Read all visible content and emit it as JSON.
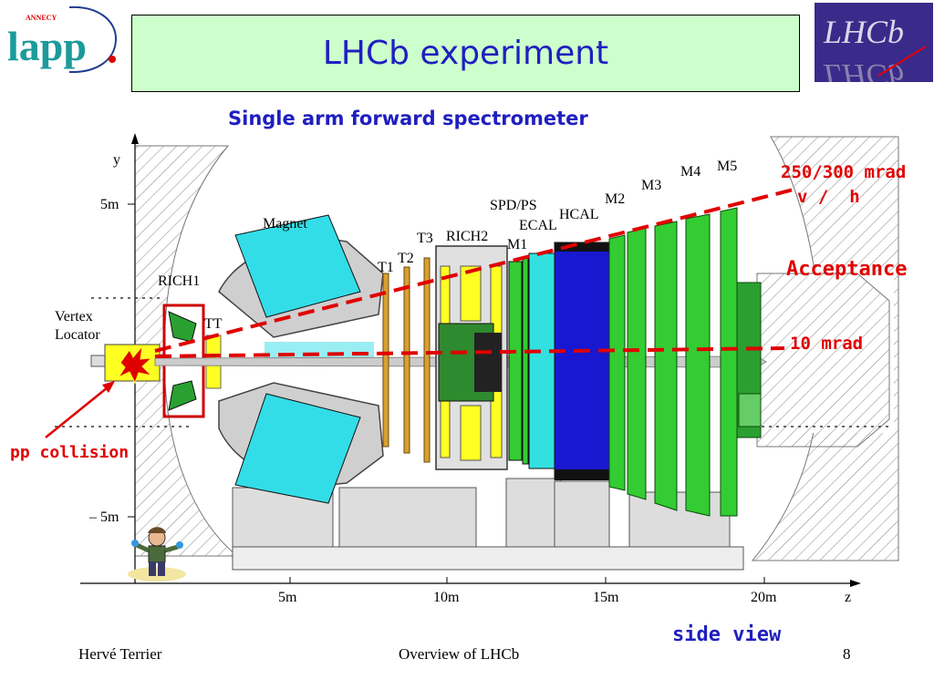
{
  "slide": {
    "title": "LHCb experiment",
    "subtitle": "Single arm forward spectrometer",
    "side_view_label": "side view"
  },
  "logos": {
    "left_text": "lapp",
    "left_small": "ANNECY",
    "right_text": "LHCb"
  },
  "annotations": {
    "angle_label": "250/300 mrad",
    "angle_sub": "v /  h",
    "acceptance": "Acceptance",
    "inner_angle": "10 mrad",
    "pp_collision": "pp collision"
  },
  "diagram": {
    "axis_y_label": "y",
    "axis_z_label": "z",
    "y_ticks": [
      "5m",
      "– 5m"
    ],
    "z_ticks": [
      "5m",
      "10m",
      "15m",
      "20m"
    ],
    "components": {
      "vertex": "Vertex",
      "locator": "Locator",
      "rich1": "RICH1",
      "tt": "TT",
      "magnet": "Magnet",
      "t1": "T1",
      "t2": "T2",
      "t3": "T3",
      "rich2": "RICH2",
      "m1": "M1",
      "spd_ps": "SPD/PS",
      "ecal": "ECAL",
      "hcal": "HCAL",
      "m2": "M2",
      "m3": "M3",
      "m4": "M4",
      "m5": "M5"
    }
  },
  "footer": {
    "author": "Hervé Terrier",
    "talk_title": "Overview of LHCb",
    "page": "8"
  },
  "colors": {
    "title_blue": "#1f1fbf",
    "title_bg": "#ccffcc",
    "annotation_red": "#e00000",
    "magnet_cyan": "#33dde8",
    "muon_green": "#33cc33",
    "hcal_blue": "#1818d0",
    "ecal_cyan": "#33e0e0",
    "yellow": "#ffff22"
  }
}
